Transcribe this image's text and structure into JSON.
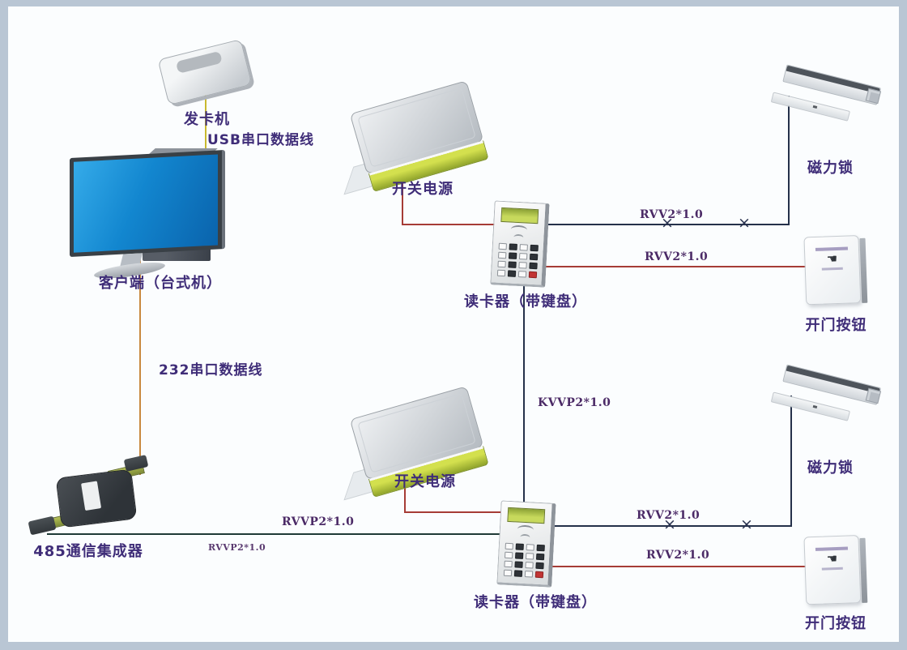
{
  "nodes": {
    "card_issuer": {
      "label": "发卡机"
    },
    "client_pc": {
      "label": "客户端（台式机）"
    },
    "converter_485": {
      "label": "485通信集成器"
    },
    "psu_top": {
      "label": "开关电源"
    },
    "psu_bottom": {
      "label": "开关电源"
    },
    "reader_top": {
      "label": "读卡器（带键盘）"
    },
    "reader_bottom": {
      "label": "读卡器（带键盘）"
    },
    "lock_top": {
      "label": "磁力锁"
    },
    "lock_bottom": {
      "label": "磁力锁"
    },
    "button_top": {
      "label": "开门按钮"
    },
    "button_bottom": {
      "label": "开门按钮"
    }
  },
  "cables": {
    "usb": {
      "label": "USB串口数据线",
      "color": "#c9b92f"
    },
    "serial_232": {
      "label": "232串口数据线",
      "color": "#c8893f"
    },
    "rs485_bus": {
      "label_above": "RVVP2*1.0",
      "label_below": "RVVP2*1.0",
      "color": "#1e3a36"
    },
    "reader_trunk": {
      "label": "KVVP2*1.0",
      "color": "#25314a"
    },
    "lock_top_wire": {
      "label": "RVV2*1.0",
      "color": "#25314a",
      "cross_mark": "×"
    },
    "button_top_wire": {
      "label": "RVV2*1.0",
      "color": "#a63c36"
    },
    "lock_bottom_wire": {
      "label": "RVV2*1.0",
      "color": "#25314a",
      "cross_mark": "×"
    },
    "button_bottom_wire": {
      "label": "RVV2*1.0",
      "color": "#a63c36"
    }
  }
}
